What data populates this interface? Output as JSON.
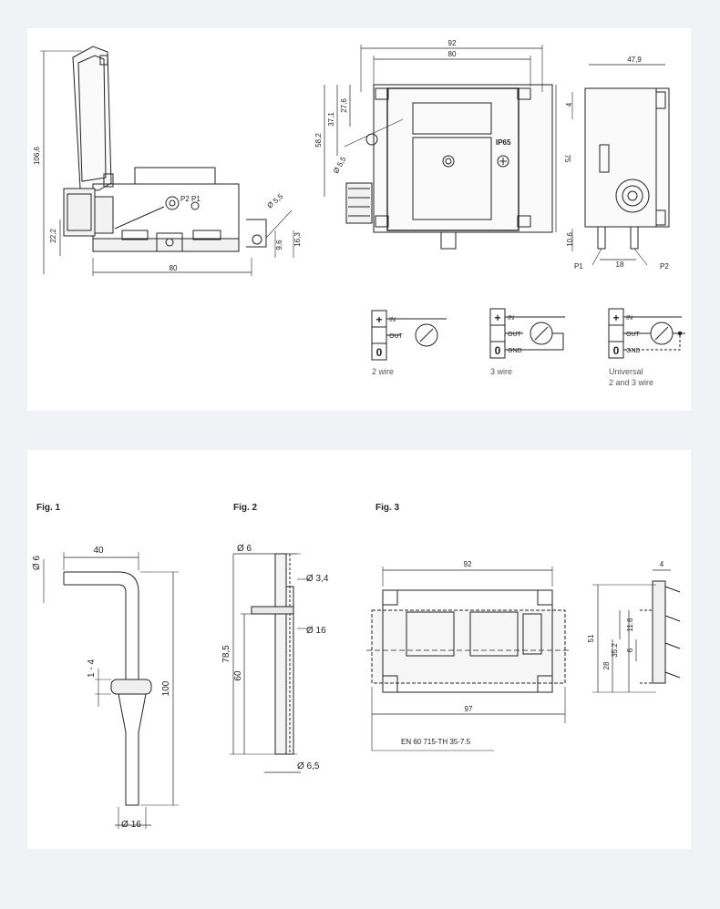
{
  "top_drawing": {
    "side_view": {
      "height_total": "106,6",
      "height_base": "22,2",
      "width": "80",
      "port_labels": "P2 P1",
      "mount_hole": "Ø 5,5",
      "dim_a": "9,6",
      "dim_b": "16,3"
    },
    "front_view": {
      "width_outer": "92",
      "width_inner": "80",
      "height": "75",
      "dim_58": "58,2",
      "dim_37": "37,1",
      "dim_27": "27,6",
      "hole": "Ø 5,5",
      "rating": "IP65"
    },
    "end_view": {
      "width": "47,9",
      "dim_4": "4",
      "dim_10": "10,6",
      "spacing": "18",
      "port_1": "P1",
      "port_2": "P2"
    },
    "wiring": [
      {
        "in": "IN",
        "out": "OUT",
        "gnd": "",
        "caption_1": "2 wire",
        "caption_2": ""
      },
      {
        "in": "IN",
        "out": "OUT",
        "gnd": "GND",
        "caption_1": "3 wire",
        "caption_2": ""
      },
      {
        "in": "IN",
        "out": "OUT",
        "gnd": "GND",
        "caption_1": "Universal",
        "caption_2": "2 and 3 wire"
      }
    ],
    "terminal_symbols": {
      "plus": "+",
      "zero": "0"
    }
  },
  "bottom_drawing": {
    "fig1": {
      "title": "Fig. 1",
      "dia_top": "Ø 6",
      "length": "40",
      "gap": "1 - 4",
      "height": "100",
      "dia_bottom": "Ø 16"
    },
    "fig2": {
      "title": "Fig. 2",
      "dia_top": "Ø 6",
      "dia_a": "Ø 3,4",
      "dia_b": "Ø 16",
      "height_total": "78,5",
      "height": "60",
      "dia_bottom": "Ø 6,5"
    },
    "fig3": {
      "title": "Fig. 3",
      "width_top": "92",
      "width_bottom": "97",
      "rail": "EN 60 715-TH 35-7.5",
      "d4": "4",
      "d51": "51",
      "d11": "11.6",
      "d35": "35.2",
      "d6": "6",
      "d28": "28"
    }
  }
}
